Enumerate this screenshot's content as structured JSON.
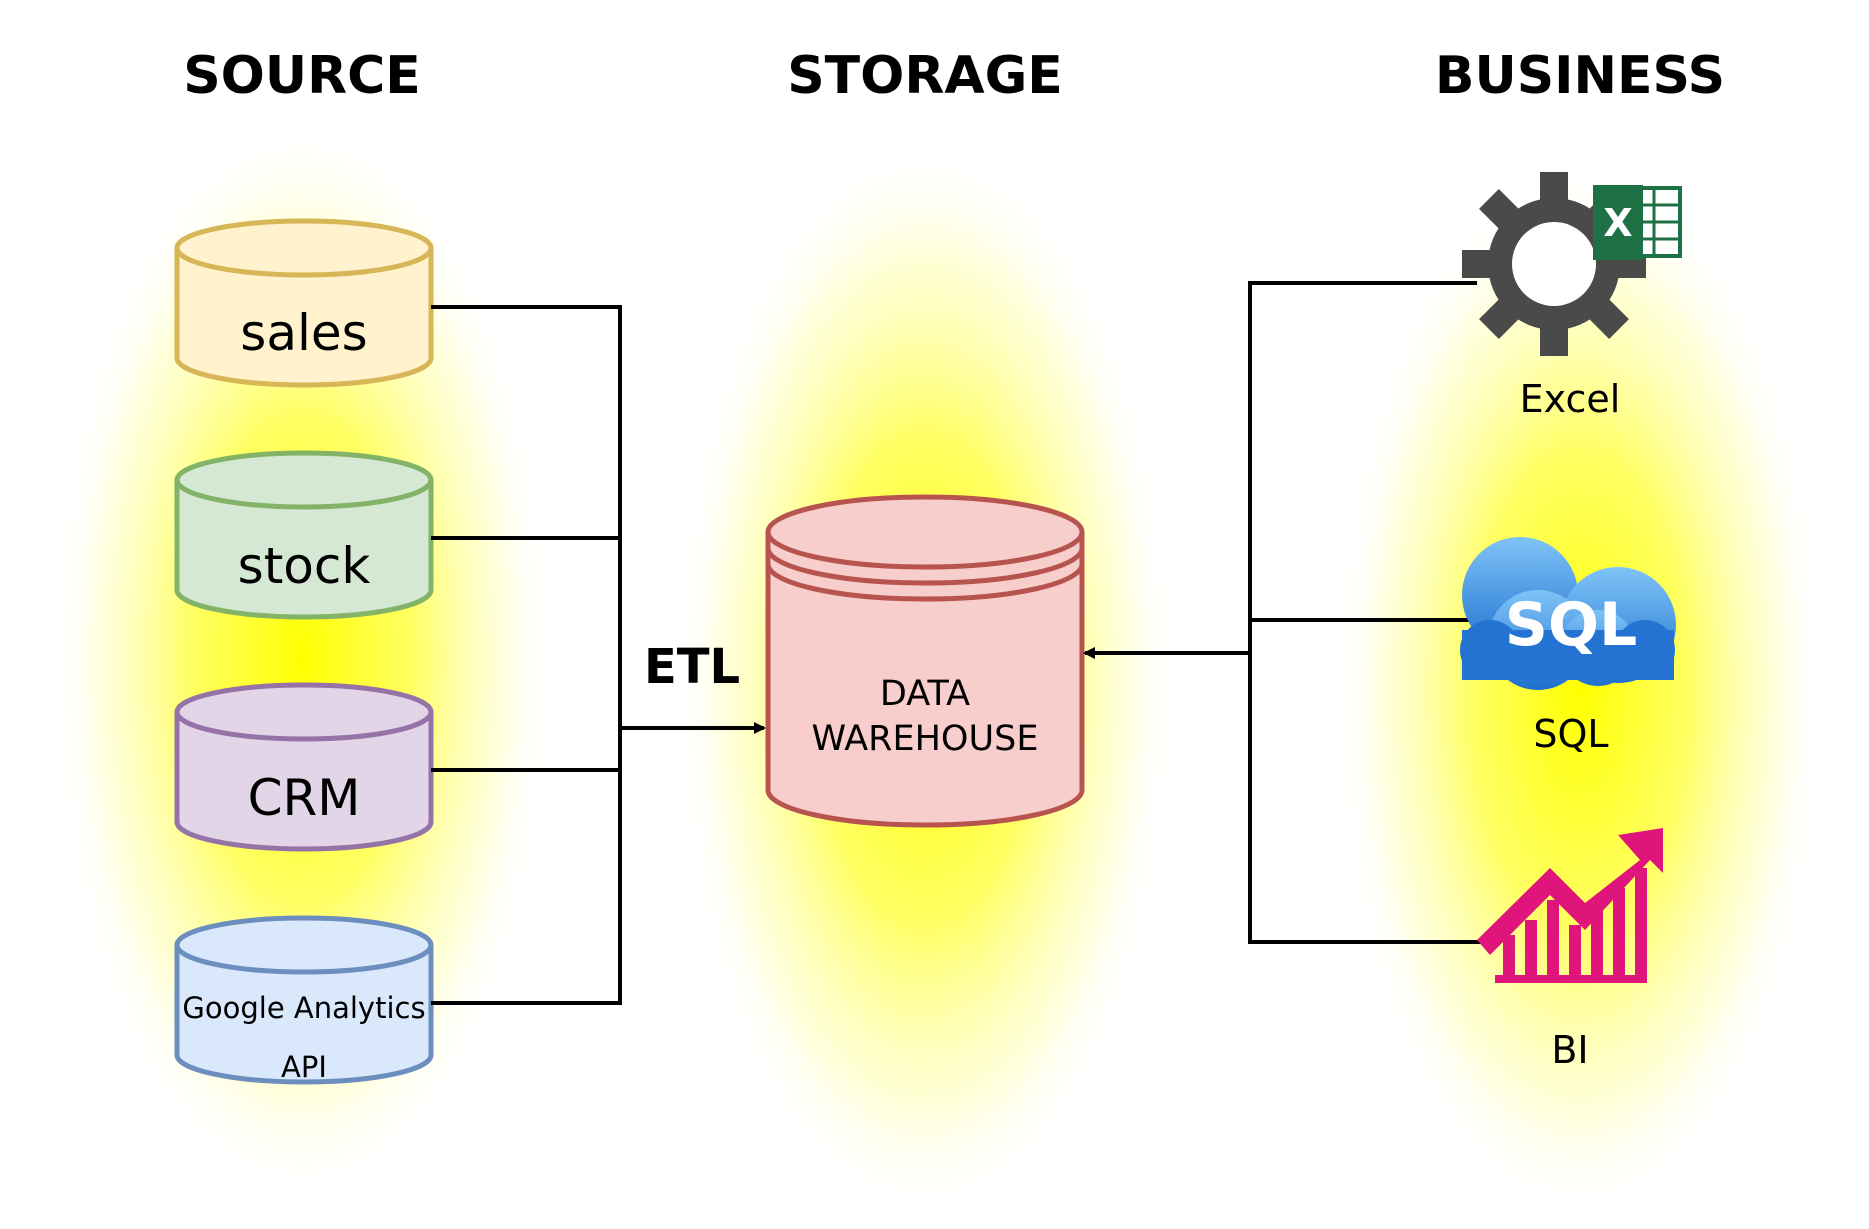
{
  "headings": {
    "source": "SOURCE",
    "storage": "STORAGE",
    "business": "BUSINESS"
  },
  "sources": [
    {
      "label": "sales",
      "fill": "#fff2cc",
      "stroke": "#d6b656"
    },
    {
      "label": "stock",
      "fill": "#d5e8d4",
      "stroke": "#82b366"
    },
    {
      "label": "CRM",
      "fill": "#e1d5e7",
      "stroke": "#9673a6"
    },
    {
      "label_line1": "Google Analytics",
      "label_line2": "API",
      "fill": "#dae8fc",
      "stroke": "#6c8ebf"
    }
  ],
  "etl_label": "ETL",
  "warehouse": {
    "line1": "DATA",
    "line2": "WAREHOUSE",
    "fill": "#f8cecc",
    "stroke": "#b85450"
  },
  "tools": [
    {
      "label": "Excel",
      "icon": "excel-gear-icon"
    },
    {
      "label": "SQL",
      "icon": "sql-cloud-icon",
      "icon_text": "SQL"
    },
    {
      "label": "BI",
      "icon": "bi-chart-icon"
    }
  ],
  "glow_color": "#ffff00",
  "bi_color": "#e0157c",
  "gear_color": "#4a4a4a",
  "excel_color": "#1e7145",
  "sql_color": "#2a7fd4"
}
